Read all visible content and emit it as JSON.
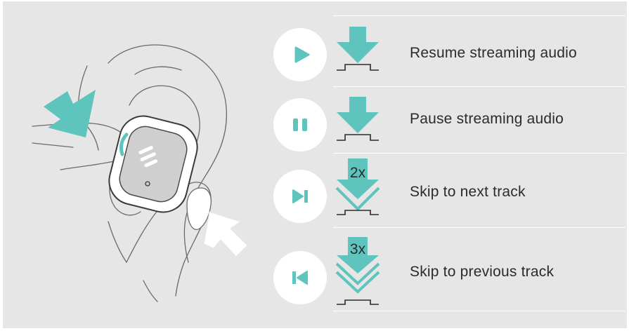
{
  "colors": {
    "background": "#e6e6e6",
    "accent": "#5ec4bd",
    "line": "#2b2b2b",
    "text": "#2b2b2b"
  },
  "rows": [
    {
      "icon": "play-icon",
      "label": "Resume streaming audio",
      "press_count": ""
    },
    {
      "icon": "pause-icon",
      "label": "Pause streaming audio",
      "press_count": ""
    },
    {
      "icon": "skip-next-icon",
      "label": "Skip to next track",
      "press_count": "2x"
    },
    {
      "icon": "skip-previous-icon",
      "label": "Skip to previous track",
      "press_count": "3x"
    }
  ],
  "earbud_icon": "earbud-icon"
}
